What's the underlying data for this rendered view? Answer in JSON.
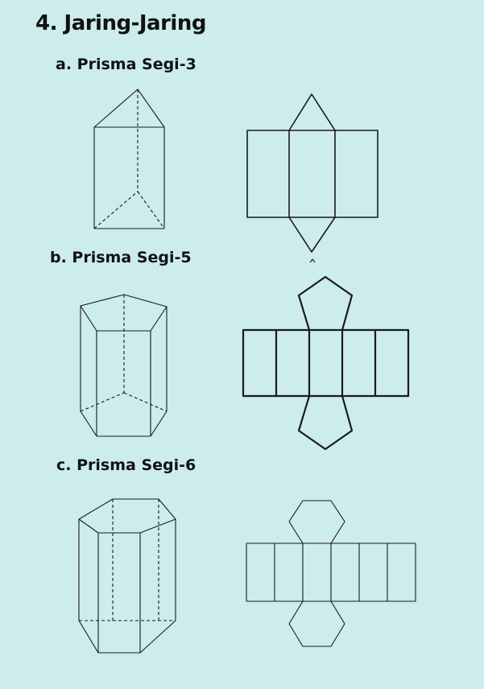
{
  "title": "4. Jaring-Jaring",
  "sections": [
    {
      "heading": "a. Prisma Segi-3"
    },
    {
      "heading": "b. Prisma Segi-5"
    },
    {
      "heading": "c. Prisma Segi-6"
    }
  ],
  "colors": {
    "background": "#cdecec",
    "stroke": "#1a1a1a"
  }
}
